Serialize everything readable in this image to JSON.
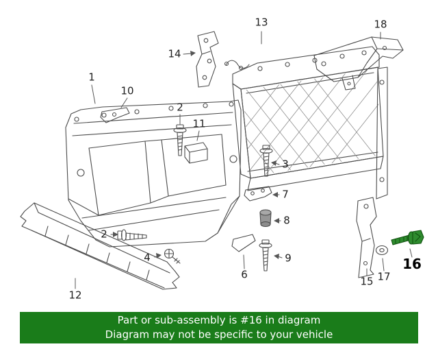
{
  "diagram": {
    "highlighted_part_number": "16",
    "highlight_color": "#2e8b2e",
    "line_color": "#4a4a4a",
    "callouts": {
      "part1": "1",
      "part2a": "2",
      "part2b": "2",
      "part3": "3",
      "part4": "4",
      "part6": "6",
      "part7": "7",
      "part8": "8",
      "part9": "9",
      "part10": "10",
      "part11": "11",
      "part12": "12",
      "part13": "13",
      "part14": "14",
      "part15": "15",
      "part16": "16",
      "part17": "17",
      "part18": "18"
    }
  },
  "banner": {
    "line1": "Part or sub-assembly is #16 in diagram",
    "line2": "Diagram may not be specific to your vehicle",
    "background_color": "#1a7c1a",
    "text_color": "#ffffff"
  }
}
